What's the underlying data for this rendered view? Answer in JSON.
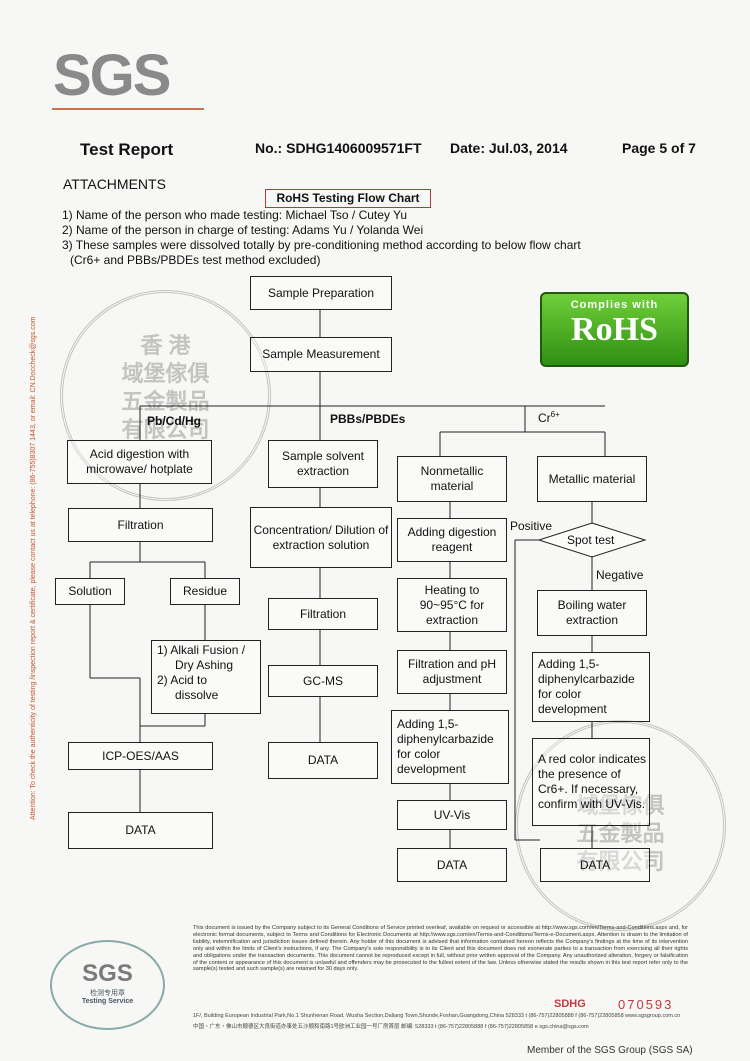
{
  "header": {
    "logo": "SGS",
    "title": "Test Report",
    "number": "No.: SDHG1406009571FT",
    "date": "Date: Jul.03, 2014",
    "page": "Page 5 of 7"
  },
  "attachments_title": "ATTACHMENTS",
  "flow_title": "RoHS Testing Flow Chart",
  "notes": [
    "1) Name of the person who made testing: Michael Tso / Cutey Yu",
    "2) Name of the person in charge of testing: Adams Yu / Yolanda Wei",
    "3) These samples were dissolved totally by pre-conditioning method according to below flow chart",
    "(Cr6+ and PBBs/PBDEs test method excluded)"
  ],
  "side_note": "Attention: To check the authenticity of testing /inspection report & certificate, please contact us at telephone: (86-755)8307 1443, or email: CN.Doccheck@sgs.com",
  "rohs_badge": {
    "line1": "Complies with",
    "line2": "RoHS"
  },
  "flow": {
    "top": [
      "Sample Preparation",
      "Sample Measurement"
    ],
    "branch_labels": {
      "pb": "Pb/Cd/Hg",
      "pbb": "PBBs/PBDEs",
      "cr": "Cr",
      "cr_sup": "6+"
    },
    "pb": {
      "digest": "Acid digestion with microwave/ hotplate",
      "filtration": "Filtration",
      "solution": "Solution",
      "residue": "Residue",
      "fusion": [
        "1) Alkali Fusion /",
        "Dry Ashing",
        "2) Acid to",
        "dissolve"
      ],
      "icp": "ICP-OES/AAS",
      "data": "DATA"
    },
    "pbb": {
      "extract": "Sample solvent extraction",
      "concentration": "Concentration/ Dilution of extraction solution",
      "filtration": "Filtration",
      "gcms": "GC-MS",
      "data": "DATA"
    },
    "nonmetal": {
      "material": "Nonmetallic material",
      "digest": "Adding digestion reagent",
      "heat": "Heating to 90~95°C for extraction",
      "filter": "Filtration and pH adjustment",
      "add": "Adding 1,5-diphenylcarbazide for color development",
      "uv": "UV-Vis",
      "data": "DATA"
    },
    "metal": {
      "material": "Metallic material",
      "spot": "Spot test",
      "positive": "Positive",
      "negative": "Negative",
      "boil": "Boiling water extraction",
      "add": "Adding 1,5-diphenylcarbazide for color development",
      "red": "A red color indicates the presence of Cr6+. If necessary, confirm with UV-Vis.",
      "data": "DATA"
    }
  },
  "stamp": {
    "cn": [
      "香 港",
      "域堡傢俱",
      "五金製品",
      "有限公司"
    ]
  },
  "legal": "This document is issued by the Company subject to its General Conditions of Service printed overleaf, available on request or accessible at http://www.sgs.com/en/Terms-and-Conditions.aspx and, for electronic format documents, subject to Terms and Conditions for Electronic Documents at http://www.sgs.com/en/Terms-and-Conditions/Terms-e-Document.aspx. Attention is drawn to the limitation of liability, indemnification and jurisdiction issues defined therein. Any holder of this document is advised that information contained hereon reflects the Company's findings at the time of its intervention only and within the limits of Client's instructions, if any. The Company's sole responsibility is to its Client and this document does not exonerate parties to a transaction from exercising all their rights and obligations under the transaction documents. This document cannot be reproduced except in full, without prior written approval of the Company. Any unauthorized alteration, forgery or falsification of the content or appearance of this document is unlawful and offenders may be prosecuted to the fullest extent of the law. Unless otherwise stated the results shown in this test report refer only to the sample(s) tested and such sample(s) are retained for 30 days only.",
  "seal": {
    "brand": "SGS",
    "cn": "检测专用章",
    "en": "Testing Service"
  },
  "serial_prefix": "SDHG",
  "serial_number": "070593",
  "address_lines": [
    "1F/, Building European Industrial Park,No.1 Shunhenan Road, Wusha Section,Daliang Town,Shunde,Foshan,Guangdong,China   528333   t (86-757)22805888   f (86-757)22805858   www.sgsgroup.com.cn",
    "中国・广东・佛山市顺德区大良街道办事处五沙顺和南路1号欧洲工业园一号厂房首层   邮编: 528333   t (86-757)22805888   f (86-757)22805858   e sgs.china@sgs.com"
  ],
  "member": "Member of the SGS Group (SGS SA)"
}
